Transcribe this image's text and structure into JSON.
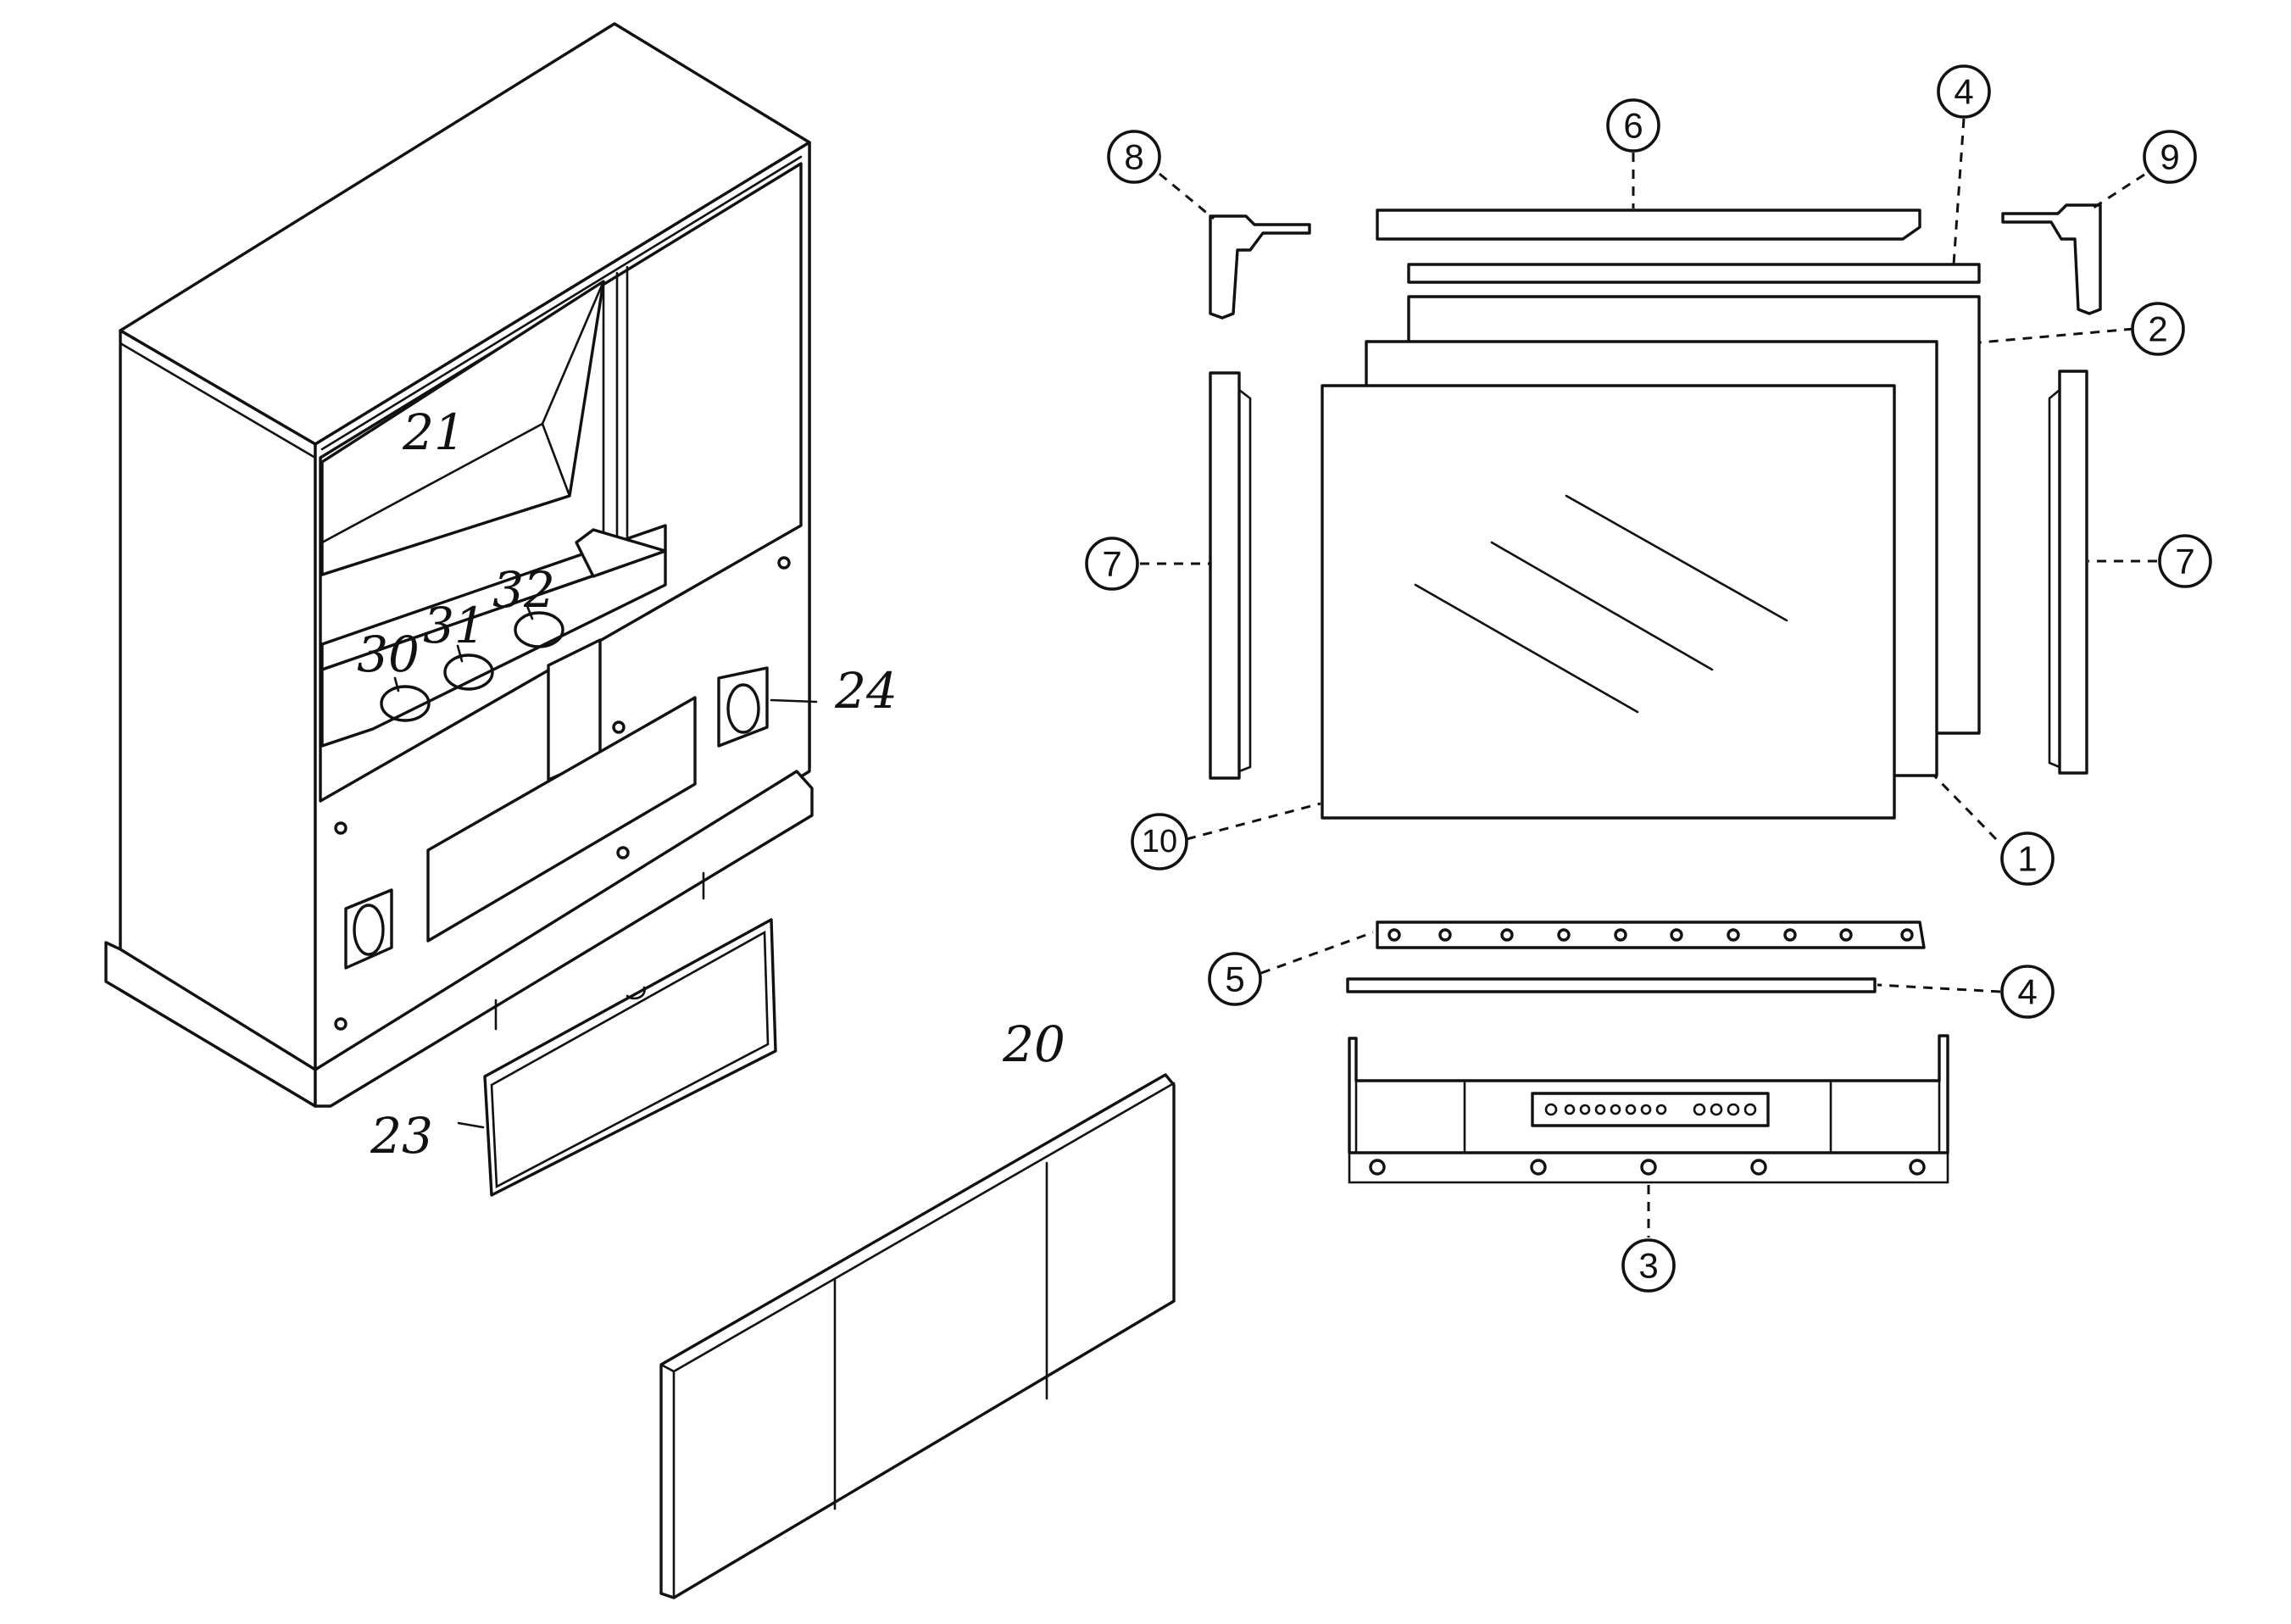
{
  "callouts": {
    "c1": "1",
    "c2": "2",
    "c3": "3",
    "c4a": "4",
    "c4b": "4",
    "c5": "5",
    "c6": "6",
    "c7a": "7",
    "c7b": "7",
    "c8": "8",
    "c9": "9",
    "c10": "10"
  },
  "handwritten": {
    "h20": "20",
    "h21": "21",
    "h23": "23",
    "h24": "24",
    "h30": "30",
    "h31": "31",
    "h32": "32"
  },
  "colors": {
    "ink": "#111111",
    "paper": "#ffffff"
  }
}
